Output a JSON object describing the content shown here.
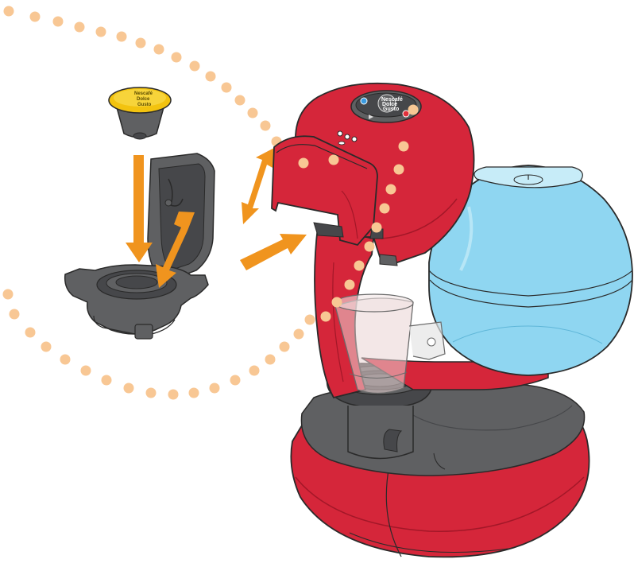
{
  "illustration": {
    "capsule_label": [
      "Nescafé",
      "Dolce",
      "Gusto"
    ],
    "machine_logo": [
      "Nescafé",
      "Dolce",
      "Gusto"
    ]
  },
  "colors": {
    "machine_red": "#d5263a",
    "machine_red_dark": "#a31728",
    "machine_grey": "#5f6062",
    "machine_grey_dark": "#46474a",
    "tank_blue": "#8fd6f1",
    "tank_blue_light": "#c7ecf8",
    "arrow_orange": "#f0941e",
    "dot_peach": "#f8c794",
    "capsule_yellow": "#f3c30f"
  },
  "icons": [
    "dotted-arc",
    "arrow-icon"
  ]
}
